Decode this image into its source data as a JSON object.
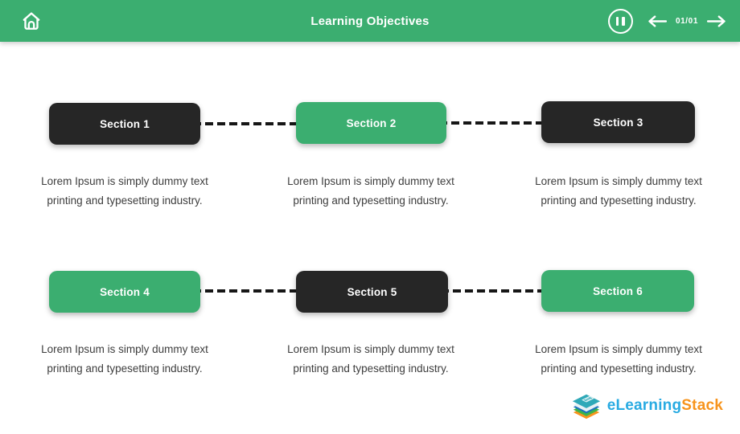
{
  "header": {
    "title": "Learning Objectives",
    "page_indicator": "01/01"
  },
  "sections": [
    {
      "label": "Section 1",
      "desc_line1": "Lorem Ipsum is simply dummy text",
      "desc_line2": "printing and typesetting industry."
    },
    {
      "label": "Section 2",
      "desc_line1": "Lorem Ipsum is simply dummy text",
      "desc_line2": "printing and typesetting industry."
    },
    {
      "label": "Section 3",
      "desc_line1": "Lorem Ipsum is simply dummy text",
      "desc_line2": "printing and typesetting industry."
    },
    {
      "label": "Section 4",
      "desc_line1": "Lorem Ipsum is simply dummy text",
      "desc_line2": "printing and typesetting industry."
    },
    {
      "label": "Section 5",
      "desc_line1": "Lorem Ipsum is simply dummy text",
      "desc_line2": "printing and typesetting industry."
    },
    {
      "label": "Section 6",
      "desc_line1": "Lorem Ipsum is simply dummy text",
      "desc_line2": "printing and typesetting industry."
    }
  ],
  "footer": {
    "logo_text_1": "eLearning",
    "logo_text_2": "Stack"
  },
  "icons": {
    "home-icon": "house-outline",
    "pause-icon": "two-vertical-bars-in-circle",
    "left-arrow-icon": "←",
    "right-arrow-icon": "→",
    "book-stack-icon": "stacked-books"
  },
  "colors": {
    "header_bg": "#3BAE70",
    "section_green": "#3BAE70",
    "section_dark": "#262626",
    "connector": "#161616",
    "body_text": "#3D3D3D",
    "logo_blue": "#29ABE2",
    "logo_orange": "#F7941D"
  }
}
